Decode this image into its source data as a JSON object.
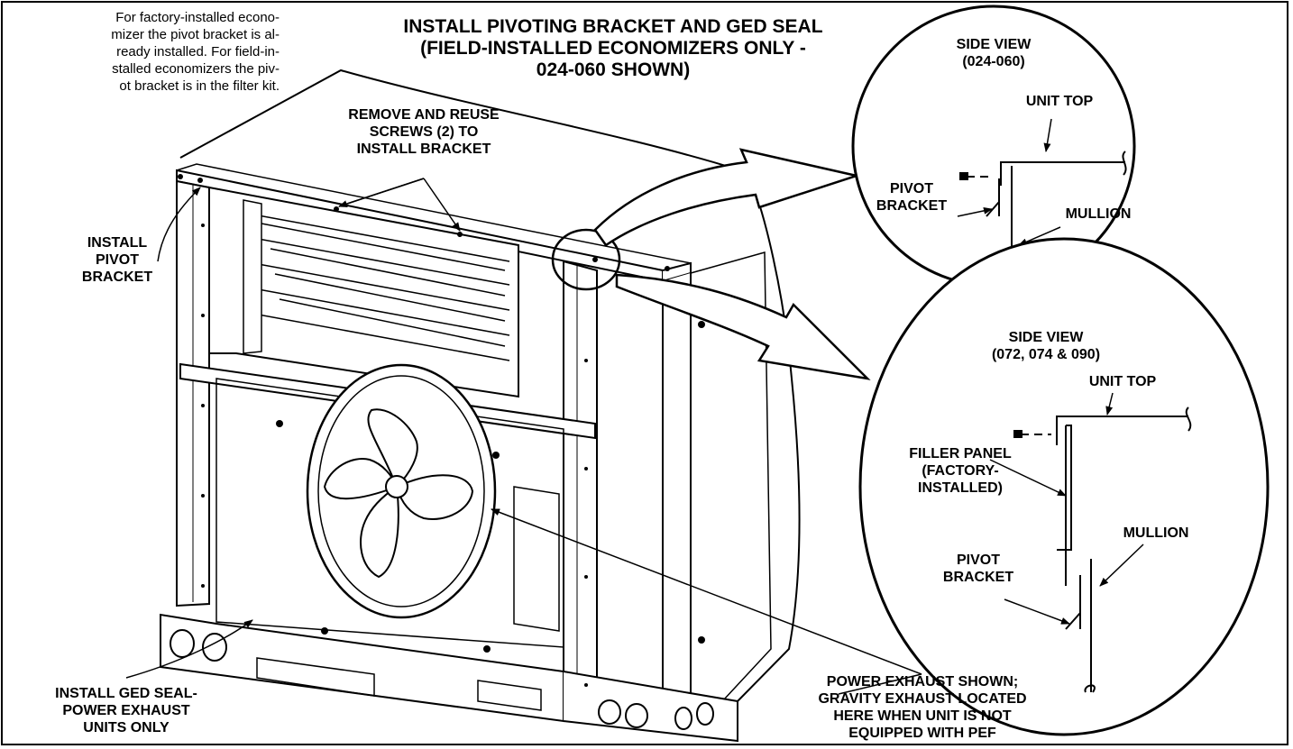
{
  "title": {
    "lines": [
      "INSTALL PIVOTING BRACKET AND GED SEAL",
      "(FIELD-INSTALLED ECONOMIZERS ONLY -",
      "024-060 SHOWN)"
    ]
  },
  "note": {
    "lines": [
      "For factory-installed econo-",
      "mizer the pivot bracket is al-",
      "ready installed. For field-in-",
      "stalled economizers the piv-",
      "ot bracket is in the filter kit."
    ]
  },
  "callouts": {
    "remove_screws": [
      "REMOVE AND REUSE",
      "SCREWS (2) TO",
      "INSTALL BRACKET"
    ],
    "install_pivot": [
      "INSTALL",
      "PIVOT",
      "BRACKET"
    ],
    "install_ged": [
      "INSTALL GED SEAL-",
      "POWER EXHAUST",
      "UNITS ONLY"
    ],
    "power_exhaust": [
      "POWER EXHAUST SHOWN;",
      "GRAVITY EXHAUST LOCATED",
      "HERE WHEN UNIT IS NOT",
      "EQUIPPED WITH PEF"
    ]
  },
  "side_view_1": {
    "title": [
      "SIDE VIEW",
      "(024-060)"
    ],
    "unit_top": "UNIT TOP",
    "pivot_bracket": [
      "PIVOT",
      "BRACKET"
    ],
    "mullion": "MULLION"
  },
  "side_view_2": {
    "title": [
      "SIDE VIEW",
      "(072, 074 & 090)"
    ],
    "unit_top": "UNIT TOP",
    "filler_panel": [
      "FILLER PANEL",
      "(FACTORY-",
      "INSTALLED)"
    ],
    "pivot_bracket": [
      "PIVOT",
      "BRACKET"
    ],
    "mullion": "MULLION"
  }
}
